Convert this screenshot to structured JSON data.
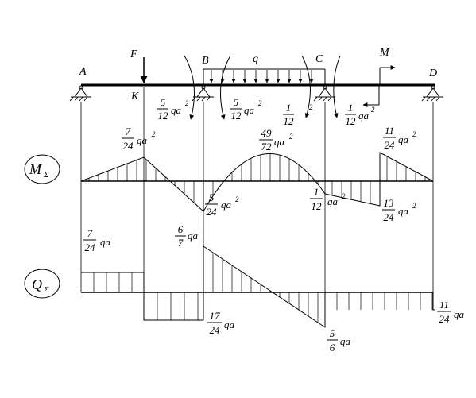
{
  "points": {
    "A": "A",
    "B": "B",
    "C": "C",
    "D": "D",
    "K": "K"
  },
  "loads": {
    "force": "F",
    "distributed": "q",
    "moment": "M"
  },
  "support_moments": {
    "b_left": {
      "num": "5",
      "den": "12",
      "suffix": "qa",
      "exp": "2"
    },
    "b_right": {
      "num": "5",
      "den": "12",
      "suffix": "qa",
      "exp": "2"
    },
    "c_left": {
      "num": "1",
      "den": "12",
      "suffix": "",
      "exp": "2"
    },
    "c_right": {
      "num": "1",
      "den": "12",
      "suffix": "qa",
      "exp": "2"
    }
  },
  "moment_diagram": {
    "name_main": "M",
    "name_sub": "Σ",
    "labels": {
      "k": {
        "num": "7",
        "den": "24",
        "suffix": "qa",
        "exp": "2"
      },
      "span": {
        "num": "49",
        "den": "72",
        "suffix": "qa",
        "exp": "2"
      },
      "b": {
        "num": "5",
        "den": "24",
        "suffix": "qa",
        "exp": "2"
      },
      "c": {
        "num": "1",
        "den": "12",
        "suffix": "qa",
        "exp": "2"
      },
      "d_top": {
        "num": "11",
        "den": "24",
        "suffix": "qa",
        "exp": "2"
      },
      "d_bot": {
        "num": "13",
        "den": "24",
        "suffix": "qa",
        "exp": "2"
      }
    }
  },
  "shear_diagram": {
    "name_main": "Q",
    "name_sub": "Σ",
    "labels": {
      "ak": {
        "num": "7",
        "den": "24",
        "suffix": "qa"
      },
      "kb": {
        "num": "17",
        "den": "24",
        "suffix": "qa"
      },
      "b": {
        "num": "6",
        "den": "7",
        "suffix": "qa"
      },
      "c": {
        "num": "5",
        "den": "6",
        "suffix": "qa"
      },
      "cd": {
        "num": "11",
        "den": "24",
        "suffix": "qa"
      }
    }
  }
}
